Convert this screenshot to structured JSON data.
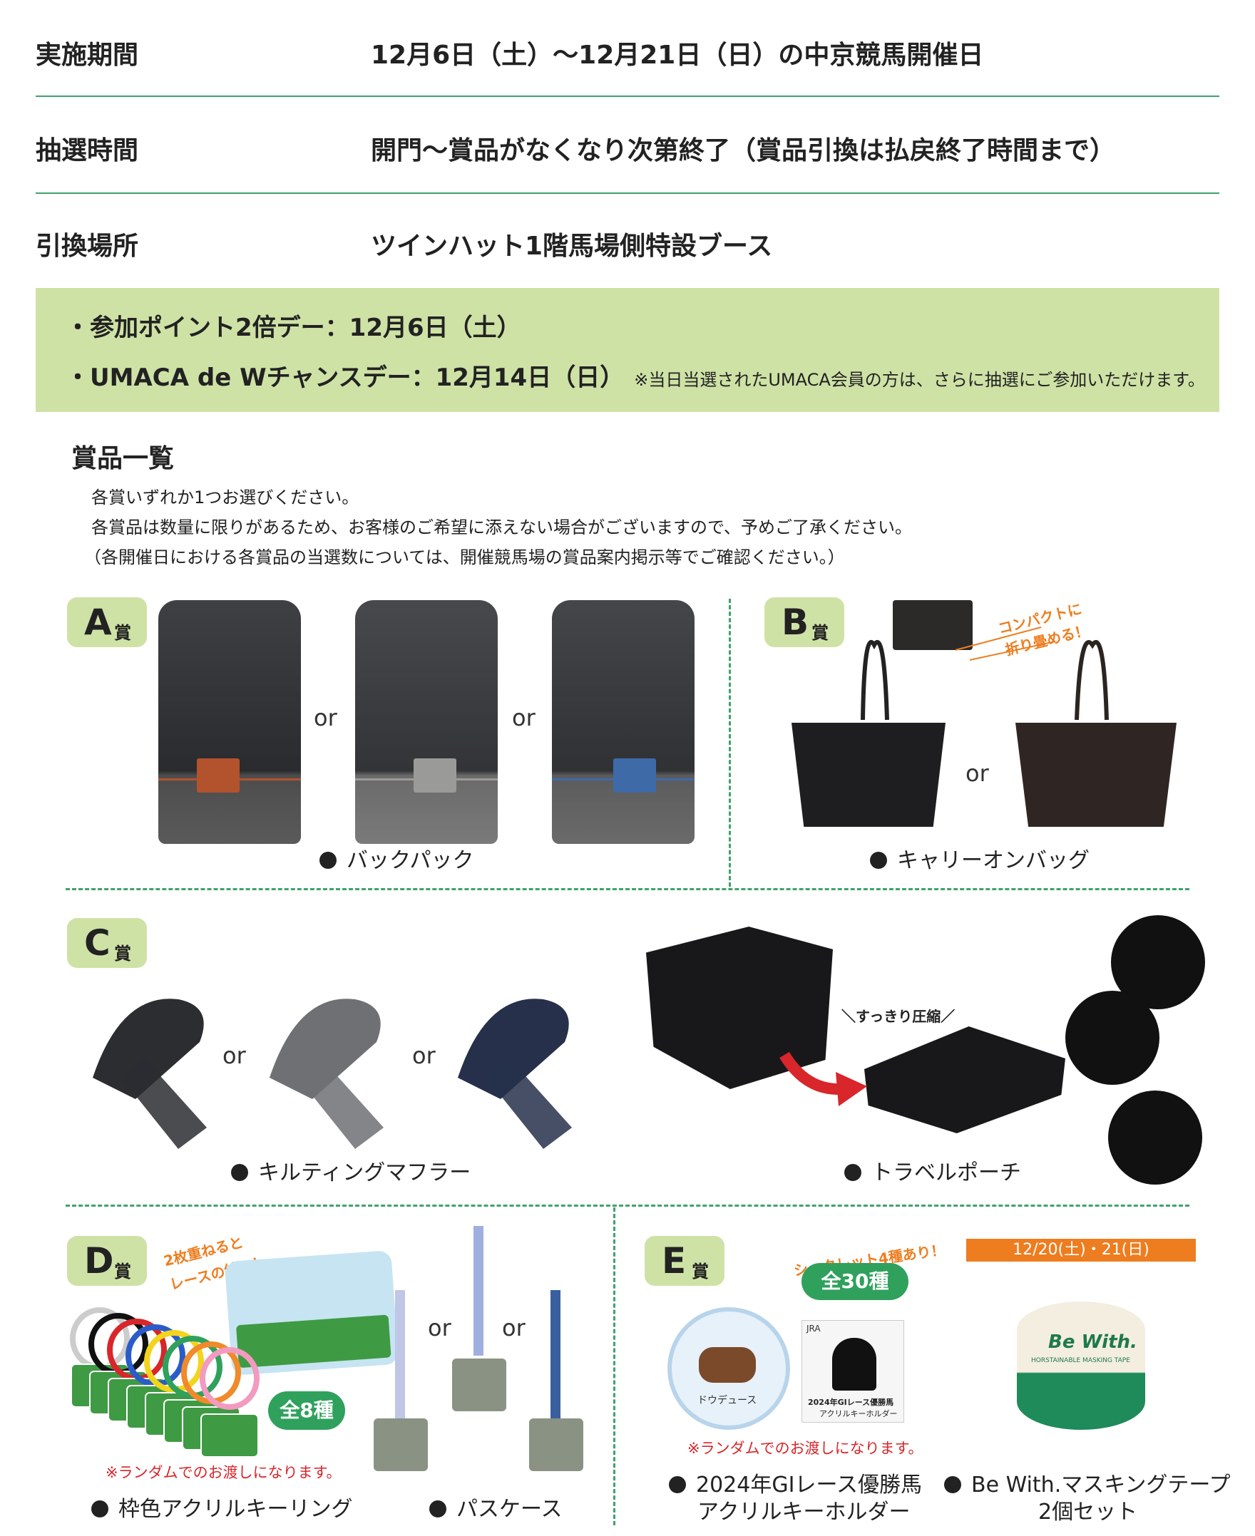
{
  "info": {
    "period_label": "実施期間",
    "period_value": "12月6日（土）～12月21日（日）の中京競馬開催日",
    "time_label": "抽選時間",
    "time_value": "開門～賞品がなくなり次第終了（賞品引換は払戻終了時間まで）",
    "place_label": "引換場所",
    "place_value": "ツインハット1階馬場側特設ブース"
  },
  "bonus": {
    "line1": "・参加ポイント2倍デー：12月6日（土）",
    "line2": "・UMACA de Wチャンスデー：12月14日（日）",
    "line2_note": "※当日当選されたUMACA会員の方は、さらに抽選にご参加いただけます。"
  },
  "prizes": {
    "title": "賞品一覧",
    "note1": "各賞いずれか1つお選びください。",
    "note2": "各賞品は数量に限りがあるため、お客様のご希望に添えない場合がございますので、予めご了承ください。",
    "note3": "（各開催日における各賞品の当選数については、開催競馬場の賞品案内掲示等でご確認ください。）"
  },
  "or": "or",
  "award_suffix": "賞",
  "award_a": {
    "letter": "A",
    "item": "バックパック",
    "colors": [
      "#b2532e",
      "#9a9a98",
      "#3f6aa8"
    ]
  },
  "award_b": {
    "letter": "B",
    "item": "キャリーオンバッグ",
    "callout": [
      "コンパクトに",
      "折り畳める！"
    ]
  },
  "award_c": {
    "letter": "C",
    "item1": "キルティングマフラー",
    "item2": "トラベルポーチ",
    "compress": "＼すっきり圧縮／",
    "colors": [
      "#2b2d31",
      "#6e7074",
      "#26304a"
    ]
  },
  "award_d": {
    "letter": "D",
    "callout": [
      "2枚重ねると",
      "レースの絵に！"
    ],
    "kinds": "全8種",
    "random_note": "※ランダムでのお渡しになります。",
    "item1": "枠色アクリルキーリング",
    "item2": "パスケース"
  },
  "award_e": {
    "letter": "E",
    "secret": "シークレット4種あり！",
    "kinds": "全30種",
    "random_note": "※ランダムでのお渡しになります。",
    "item1_line1": "2024年GIレース優勝馬",
    "item1_line2": "アクリルキーホルダー",
    "date_bar": "12/20(土)・21(日)",
    "item2_line1": "Be With.マスキングテープ",
    "item2_line2": "2個セット",
    "card_logo": "JRA",
    "card_text1": "2024年GIレース優勝馬",
    "card_text2": "アクリルキーホルダー",
    "tape_brand": "Be With.",
    "tape_sub": "HORSTAINABLE MASKING TAPE",
    "horse_name": "ドウデュース"
  },
  "accent": "#3ea36a",
  "light_green": "#cfe2a6",
  "red": "#d8262a",
  "orange": "#ee7d1f"
}
